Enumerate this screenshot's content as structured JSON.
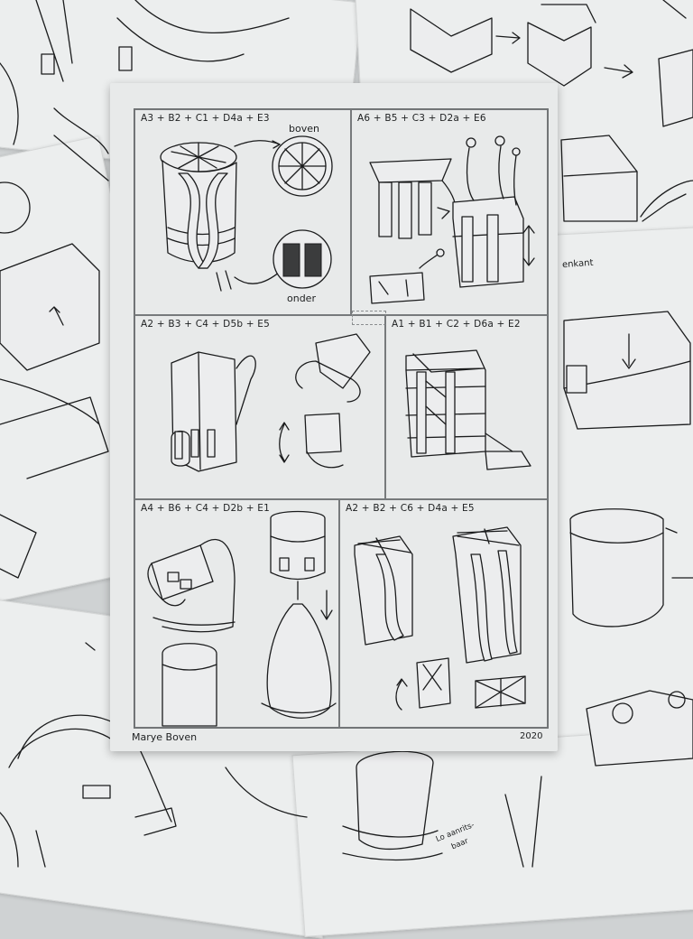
{
  "photo": {
    "subject": "Hand-drawn backpack concept sheet laid on top of other sketch sheets",
    "colors": {
      "background": "#cfd2d3",
      "paper": "#e8eaea",
      "ink": "#1b1c1d",
      "frame_line": "#6b6e70"
    }
  },
  "card": {
    "author": "Marye Boven",
    "year": "2020",
    "panels": [
      {
        "id": "top-left",
        "formula": "A3 + B2 + C1 + D4a + E3",
        "annotations": [
          "boven",
          "onder"
        ]
      },
      {
        "id": "top-right",
        "formula": "A6 + B5 + C3 + D2a + E6",
        "annotations": []
      },
      {
        "id": "middle-left",
        "formula": "A2 + B3 + C4 + D5b + E5",
        "annotations": []
      },
      {
        "id": "middle-right",
        "formula": "A1 + B1 + C2 + D6a + E2",
        "annotations": []
      },
      {
        "id": "bottom-left",
        "formula": "A4 + B6 + C4 + D2b + E1",
        "annotations": []
      },
      {
        "id": "bottom-right",
        "formula": "A2 + B2 + C6 + D4a + E5",
        "annotations": []
      }
    ]
  },
  "background_sheets": {
    "labels": [
      "enkant",
      "Lo aanrits-",
      "baar"
    ]
  }
}
